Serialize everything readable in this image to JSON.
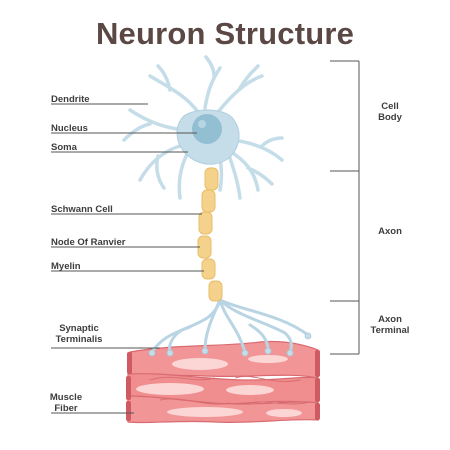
{
  "title": "Neuron Structure",
  "labels": {
    "dendrite": "Dendrite",
    "nucleus": "Nucleus",
    "soma": "Soma",
    "schwann_cell": "Schwann Cell",
    "node_of_ranvier": "Node Of Ranvier",
    "myelin": "Myelin",
    "synaptic_terminalis_1": "Synaptic",
    "synaptic_terminalis_2": "Terminalis",
    "muscle_fiber_1": "Muscle",
    "muscle_fiber_2": "Fiber"
  },
  "regions": {
    "cell_body_1": "Cell",
    "cell_body_2": "Body",
    "axon": "Axon",
    "axon_terminal_1": "Axon",
    "axon_terminal_2": "Terminal"
  },
  "colors": {
    "title": "#5b4743",
    "neuron": "#c4dde9",
    "neuron_outline": "#a8c8d8",
    "nucleus": "#93bfd2",
    "myelin": "#f4d28c",
    "myelin_outline": "#e8bd68",
    "muscle": "#f19596",
    "muscle_dark": "#d96b70",
    "leader_line": "#555555"
  }
}
